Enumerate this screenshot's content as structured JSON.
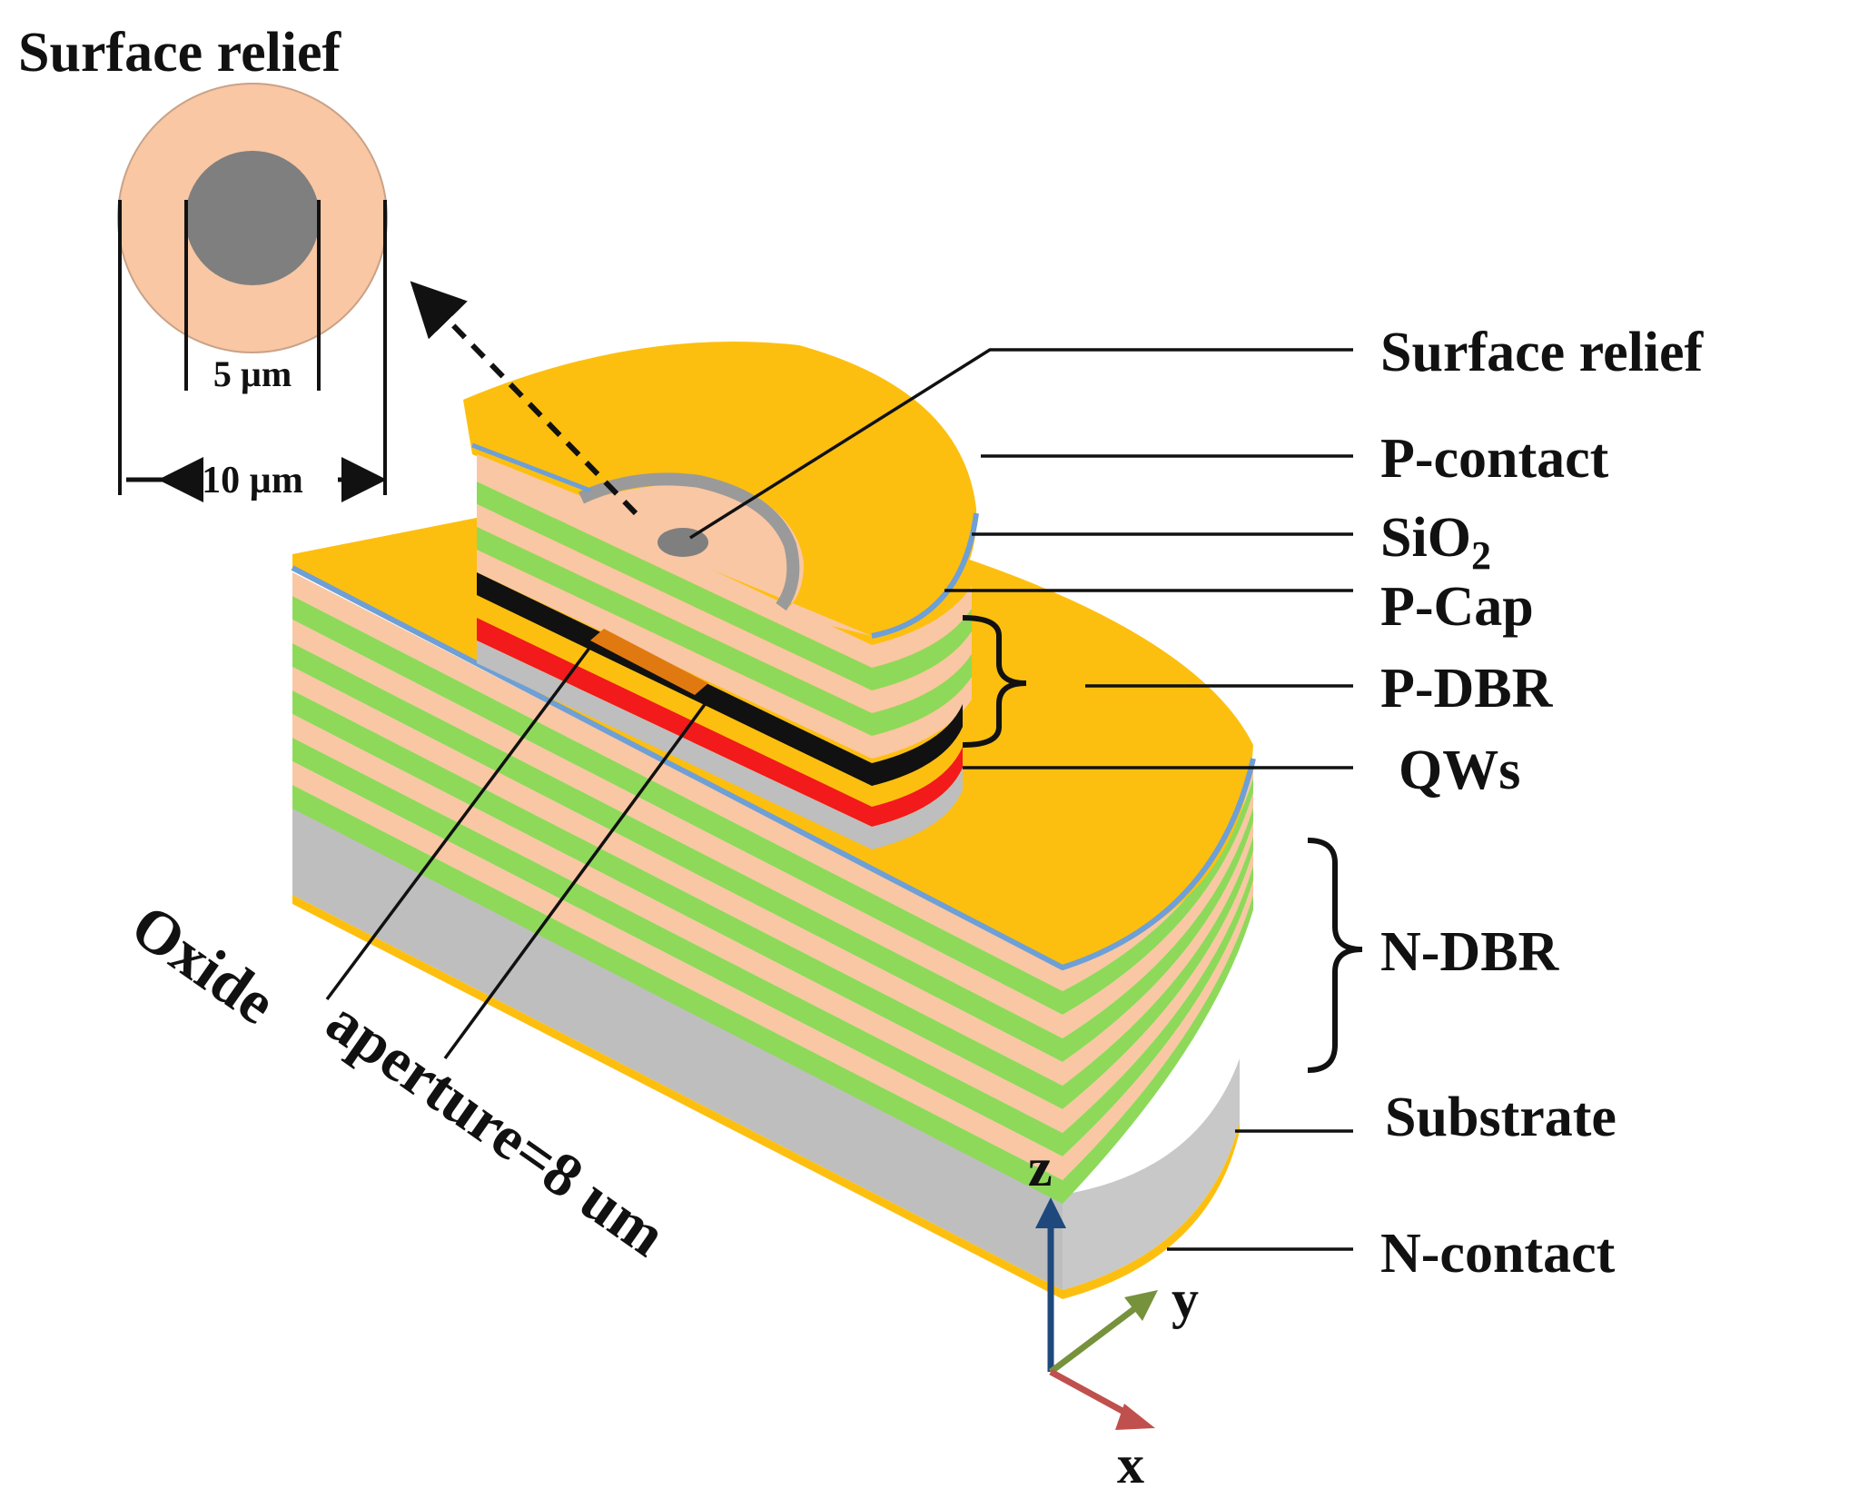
{
  "inset": {
    "title": "Surface relief",
    "inner_dim": "5 µm",
    "outer_dim": "10 µm"
  },
  "layers": {
    "surface_relief": "Surface relief",
    "p_contact": "P-contact",
    "sio2_base": "SiO",
    "sio2_sub": "2",
    "p_cap": "P-Cap",
    "p_dbr": "P-DBR",
    "qws": "QWs",
    "n_dbr": "N-DBR",
    "substrate": "Substrate",
    "n_contact": "N-contact"
  },
  "oxide": {
    "line1": "Oxide",
    "line2": "aperture=8 um"
  },
  "axes": {
    "x": "x",
    "y": "y",
    "z": "z"
  },
  "colors": {
    "gold": "#FDBF0F",
    "peach": "#F9C7A3",
    "green": "#8ED95A",
    "gray": "#BEBEBE",
    "dark_gray": "#7F7F7F",
    "blue_sio2": "#6E9FD6",
    "red": "#F21A1A",
    "black": "#111111",
    "orange": "#E07A10",
    "axis_x": "#C0504D",
    "axis_y": "#76923C",
    "axis_z": "#1F497D"
  }
}
